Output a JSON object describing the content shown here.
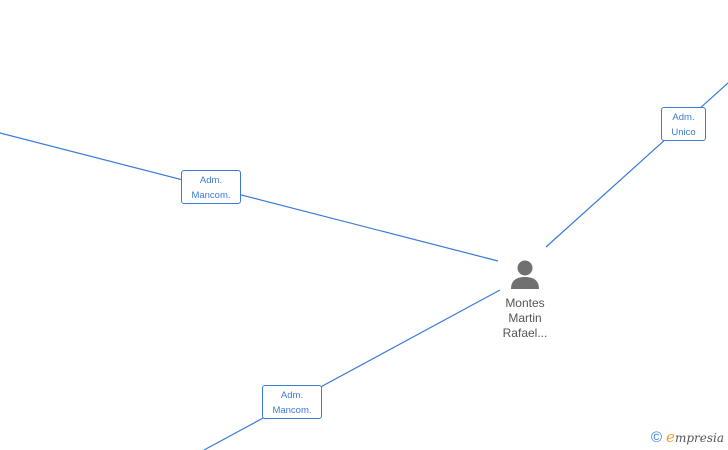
{
  "edges": [
    {
      "id": "left",
      "label_line1": "Adm.",
      "label_line2": "Mancom."
    },
    {
      "id": "right",
      "label_line1": "Adm.",
      "label_line2": "Unico"
    },
    {
      "id": "bottom",
      "label_line1": "Adm.",
      "label_line2": "Mancom."
    }
  ],
  "center_node": {
    "name_lines": [
      "Montes",
      "Martin",
      "Rafael..."
    ],
    "icon": "person-icon"
  },
  "footer": {
    "copyright_symbol": "©",
    "brand_first": "e",
    "brand_rest": "mpresia"
  },
  "colors": {
    "edge": "#3a7bd5",
    "node_text": "#555555",
    "icon": "#707070",
    "brand_accent": "#f0a030"
  }
}
